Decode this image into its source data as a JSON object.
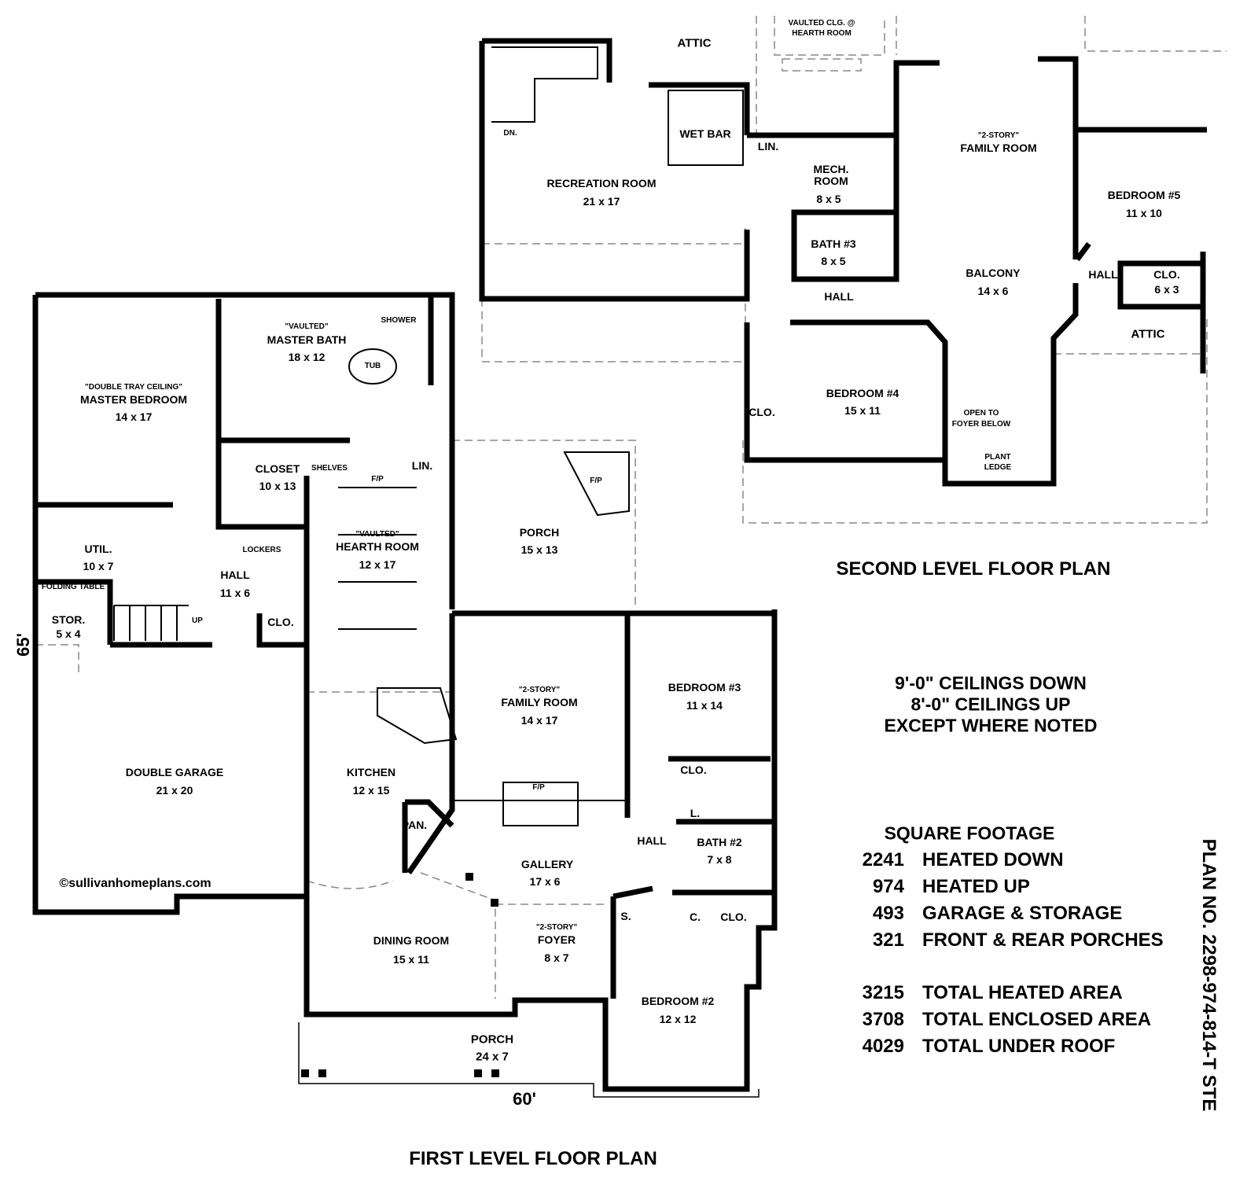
{
  "second_level": {
    "title": "SECOND LEVEL FLOOR PLAN",
    "labels": {
      "attic_top": "ATTIC",
      "vaulted_note_1": "VAULTED CLG. @",
      "vaulted_note_2": "HEARTH ROOM",
      "stair_dn": "DN.",
      "wet_bar": "WET BAR",
      "lin": "LIN.",
      "hall_left": "HALL",
      "hall_right": "HALL",
      "attic_right": "ATTIC",
      "clo_bed4": "CLO.",
      "open_to_1": "OPEN TO",
      "open_to_2": "FOYER BELOW",
      "plant_1": "PLANT",
      "plant_2": "LEDGE"
    },
    "rooms": {
      "recreation": {
        "name": "RECREATION ROOM",
        "size": "21 x 17"
      },
      "mech": {
        "name1": "MECH.",
        "name2": "ROOM",
        "size": "8 x 5"
      },
      "family": {
        "note": "\"2-STORY\"",
        "name": "FAMILY ROOM"
      },
      "bedroom5": {
        "name": "BEDROOM #5",
        "size": "11 x 10"
      },
      "bath3": {
        "name": "BATH #3",
        "size": "8 x 5"
      },
      "balcony": {
        "name": "BALCONY",
        "size": "14 x 6"
      },
      "clo": {
        "name": "CLO.",
        "size": "6 x 3"
      },
      "bedroom4": {
        "name": "BEDROOM #4",
        "size": "15 x 11"
      }
    }
  },
  "first_level": {
    "title": "FIRST LEVEL FLOOR PLAN",
    "dim_depth": "65'",
    "dim_width": "60'",
    "copyright": "©sullivanhomeplans.com",
    "labels": {
      "shower": "SHOWER",
      "tub": "TUB",
      "shelves": "SHELVES",
      "fp_hearth": "F/P",
      "lin": "LIN.",
      "fp_porch": "F/P",
      "lockers": "LOCKERS",
      "folding_table": "FOLDING TABLE",
      "up": "UP",
      "clo_hall": "CLO.",
      "clo_bed3": "CLO.",
      "fp_family": "F/P",
      "l": "L.",
      "pan": "PAN.",
      "hall_right": "HALL",
      "s": "S.",
      "c": "C.",
      "clo_bed2": "CLO."
    },
    "rooms": {
      "master_bedroom": {
        "note": "\"DOUBLE TRAY CEILING\"",
        "name": "MASTER BEDROOM",
        "size": "14 x 17"
      },
      "master_bath": {
        "note": "\"VAULTED\"",
        "name": "MASTER BATH",
        "size": "18 x 12"
      },
      "closet": {
        "name": "CLOSET",
        "size": "10 x 13"
      },
      "porch_rear": {
        "name": "PORCH",
        "size": "15 x 13"
      },
      "util": {
        "name": "UTIL.",
        "size": "10 x 7"
      },
      "hearth": {
        "note": "\"VAULTED\"",
        "name": "HEARTH ROOM",
        "size": "12 x 17"
      },
      "hall": {
        "name": "HALL",
        "size": "11 x 6"
      },
      "stor": {
        "name": "STOR.",
        "size": "5 x 4"
      },
      "family": {
        "note": "\"2-STORY\"",
        "name": "FAMILY ROOM",
        "size": "14 x 17"
      },
      "bedroom3": {
        "name": "BEDROOM #3",
        "size": "11 x 14"
      },
      "garage": {
        "name": "DOUBLE GARAGE",
        "size": "21 x 20"
      },
      "kitchen": {
        "name": "KITCHEN",
        "size": "12 x 15"
      },
      "bath2": {
        "name": "BATH #2",
        "size": "7 x 8"
      },
      "gallery": {
        "name": "GALLERY",
        "size": "17 x 6"
      },
      "foyer": {
        "note": "\"2-STORY\"",
        "name": "FOYER",
        "size": "8 x 7"
      },
      "dining": {
        "name": "DINING ROOM",
        "size": "15 x 11"
      },
      "bedroom2": {
        "name": "BEDROOM #2",
        "size": "12 x 12"
      },
      "porch_front": {
        "name": "PORCH",
        "size": "24 x 7"
      }
    }
  },
  "ceiling_notes": [
    "9'-0\" CEILINGS DOWN",
    "8'-0\" CEILINGS UP",
    "EXCEPT WHERE NOTED"
  ],
  "square_footage": {
    "title": "SQUARE FOOTAGE",
    "rows": [
      {
        "value": "2241",
        "label": "HEATED DOWN"
      },
      {
        "value": "974",
        "label": "HEATED UP"
      },
      {
        "value": "493",
        "label": "GARAGE & STORAGE"
      },
      {
        "value": "321",
        "label": "FRONT & REAR PORCHES"
      },
      {
        "value": "3215",
        "label": "TOTAL HEATED AREA"
      },
      {
        "value": "3708",
        "label": "TOTAL ENCLOSED AREA"
      },
      {
        "value": "4029",
        "label": "TOTAL UNDER ROOF"
      }
    ]
  },
  "plan_number": "PLAN NO. 2298-974-814-T STE"
}
